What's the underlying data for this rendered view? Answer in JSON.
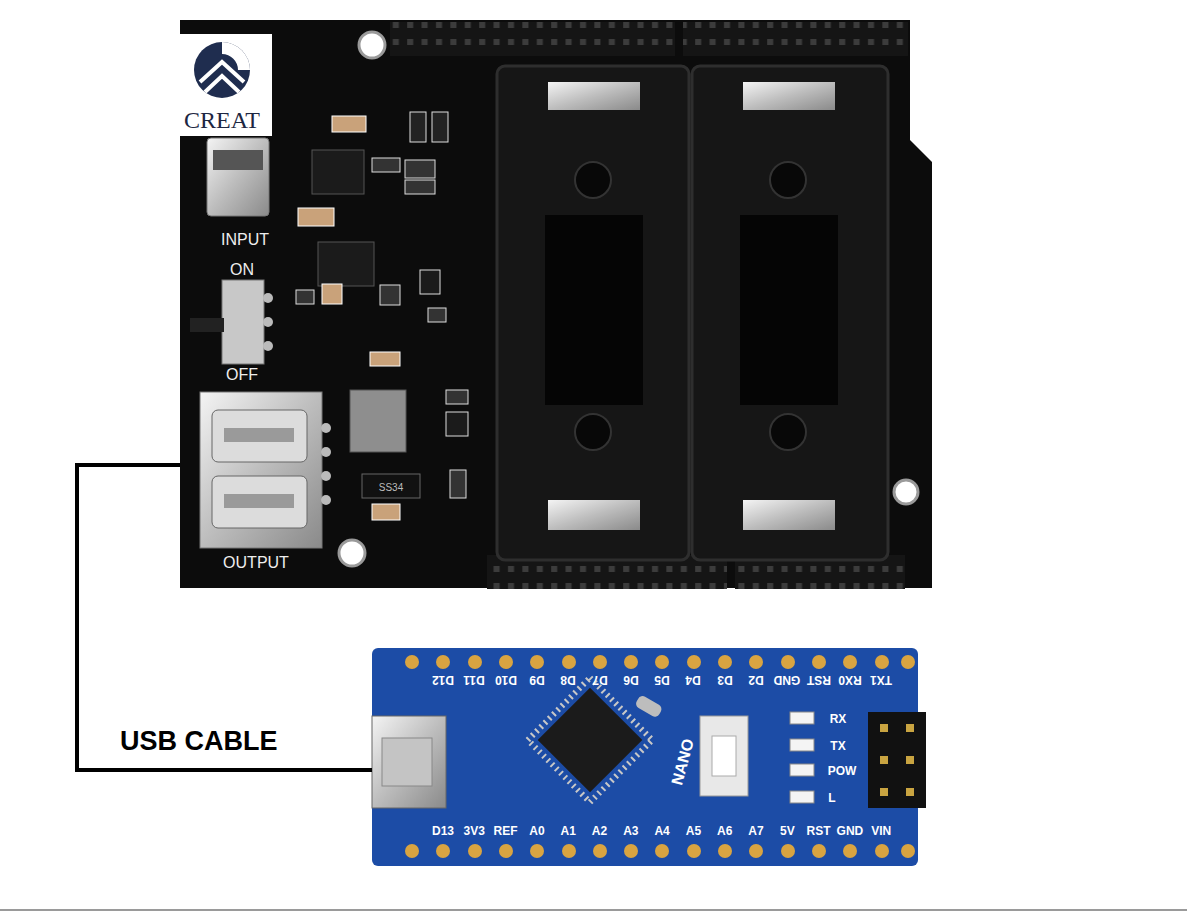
{
  "diagram": {
    "nodes": [
      {
        "text": [
          "INPUT",
          "ON",
          "OFF",
          "OUTPUT",
          "SS34"
        ]
      },
      {
        "text": [
          "D12",
          "D11",
          "D10",
          "D9",
          "D8",
          "D7",
          "D6",
          "D5",
          "D4",
          "D3",
          "D2",
          "GND",
          "RST",
          "RX0",
          "TX1",
          "D13",
          "3V3",
          "REF",
          "A0",
          "A1",
          "A2",
          "A3",
          "A4",
          "A5",
          "A6",
          "A7",
          "5V",
          "RST",
          "GND",
          "VIN",
          "RX",
          "TX",
          "POW",
          "L",
          "NANO"
        ]
      }
    ],
    "edges": [
      {
        "from": 0,
        "to": 1,
        "arrow": "none",
        "label": "USB CABLE"
      }
    ],
    "labels": [
      "CREAT"
    ]
  }
}
